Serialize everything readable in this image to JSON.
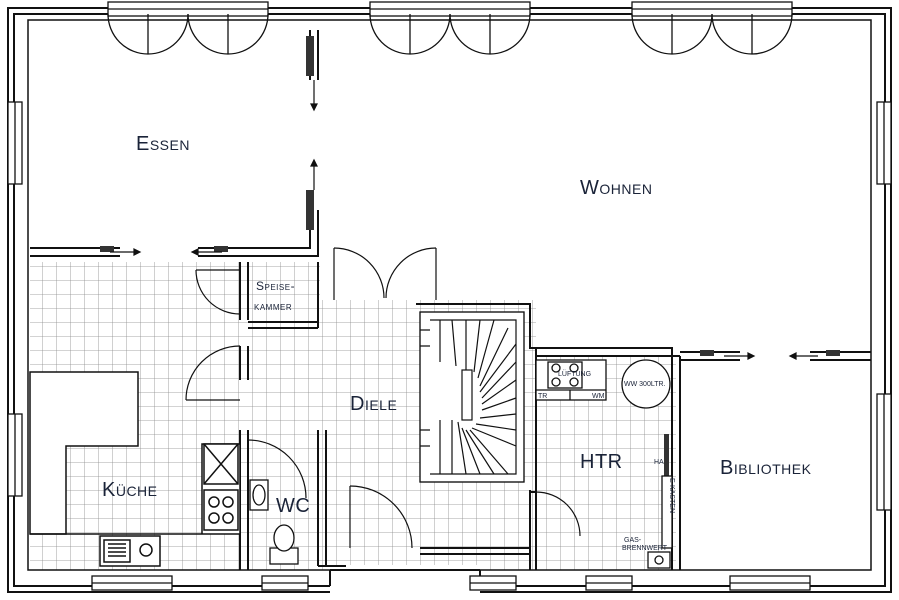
{
  "rooms": {
    "essen": "Essen",
    "wohnen": "Wohnen",
    "speisekammer_line1": "Speise-",
    "speisekammer_line2": "kammer",
    "diele": "Diele",
    "kueche": "Küche",
    "wc": "WC",
    "htr": "HTR",
    "bibliothek": "Bibliothek"
  },
  "fixtures": {
    "lueftung": "LÜFTUNG",
    "tr": "TR",
    "wm": "WM",
    "ww_speicher": "WW 300LTR.",
    "ha": "HA",
    "e_kasten": "E-KASTEN",
    "gas_line1": "GAS-",
    "gas_line2": "BRENNWERT"
  },
  "colors": {
    "wall": "#111111",
    "tile_grid": "#8a8a8a",
    "label": "#1a2338"
  }
}
